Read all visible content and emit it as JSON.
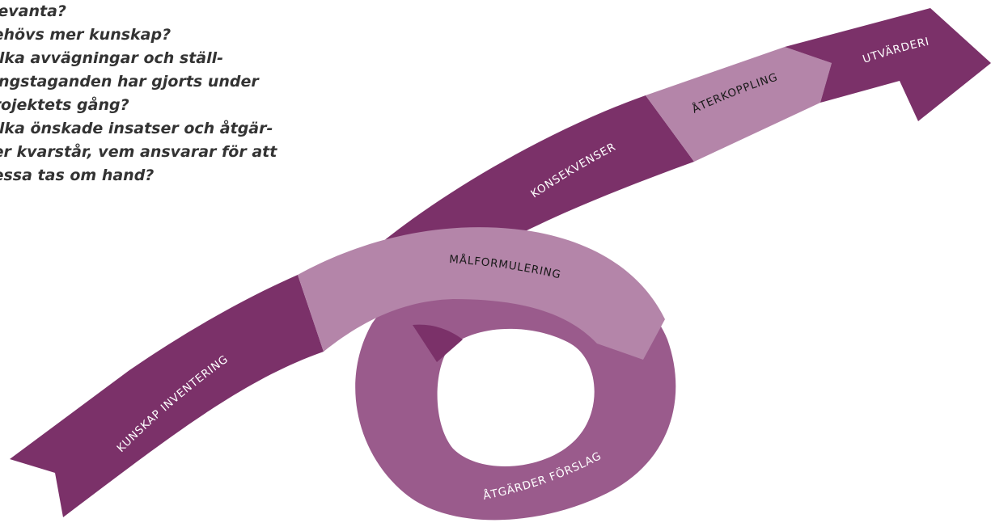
{
  "questions": [
    "elevanta?",
    "behövs mer kunskap?",
    "Vilka avvägningar och ställ-",
    "ningstaganden har gjorts under",
    "projektets gång?",
    "Vilka önskade insatser och åtgär-",
    "der kvarstår, vem ansvarar för att",
    "dessa tas om hand?"
  ],
  "steps": {
    "kunskap": "KUNSKAP INVENTERING",
    "malformulering": "MÅLFORMULERING",
    "atgarder": "ÅTGÄRDER FÖRSLAG",
    "konsekvenser": "KONSEKVENSER",
    "aterkoppling": "ÅTERKOPPLING",
    "utvardering": "UTVÄRDERING"
  },
  "colors": {
    "dark": "#7b3169",
    "medium": "#9a5b8c",
    "light": "#b485a9",
    "label_on_dark": "#ffffff",
    "label_on_light": "#1a1a1a"
  }
}
